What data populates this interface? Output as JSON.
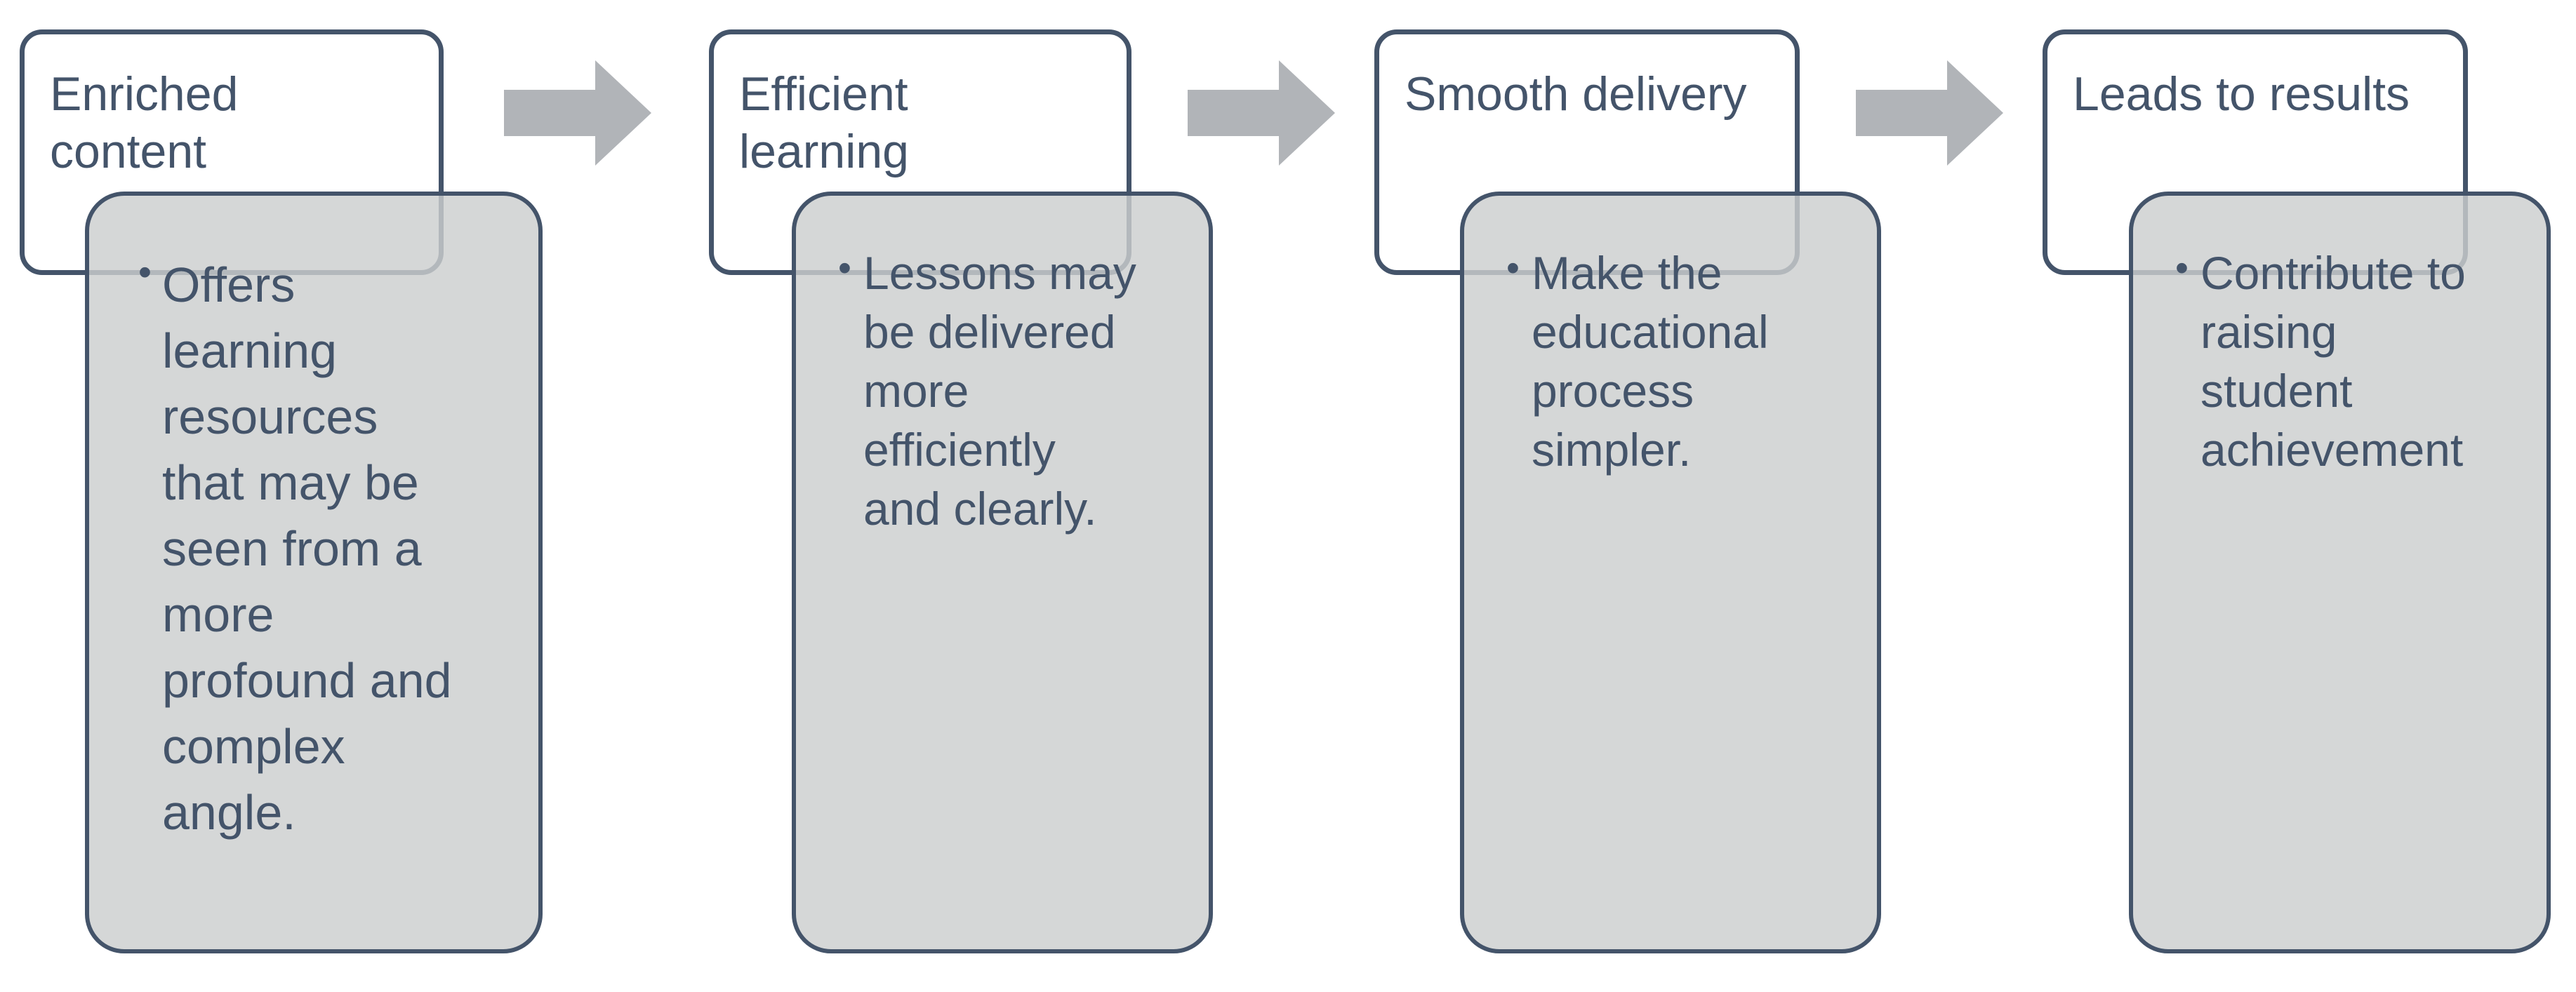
{
  "diagram": {
    "steps": [
      {
        "title": "Enriched\ncontent",
        "bullet": "Offers\nlearning\nresources\nthat may be\nseen from a\nmore\nprofound and\ncomplex\nangle."
      },
      {
        "title": "Efficient\nlearning",
        "bullet": "Lessons may\nbe delivered\nmore\nefficiently\nand clearly."
      },
      {
        "title": "Smooth delivery",
        "bullet": "Make the\neducational\nprocess\nsimpler."
      },
      {
        "title": "Leads to results",
        "bullet": "Contribute to\nraising\nstudent\nachievement"
      }
    ],
    "arrow_icon": "right-arrow-icon",
    "colors": {
      "border": "#44546a",
      "text": "#44546a",
      "detail_fill": "#d2d3d3",
      "arrow_fill": "#b1b4b8"
    }
  }
}
